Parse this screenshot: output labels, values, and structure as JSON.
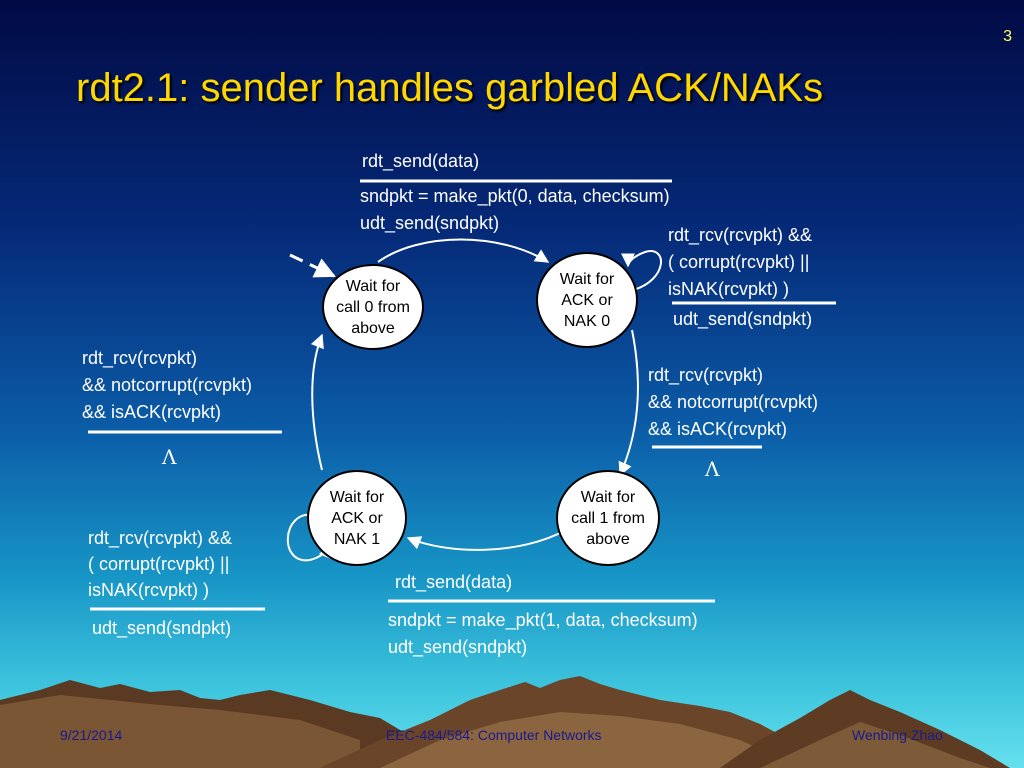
{
  "slide": {
    "title": "rdt2.1: sender handles garbled ACK/NAKs",
    "number": "3"
  },
  "states": {
    "wait_call_0": [
      "Wait for",
      "call 0 from",
      "above"
    ],
    "wait_ack_nak_0": [
      "Wait for",
      "ACK or",
      "NAK 0"
    ],
    "wait_call_1": [
      "Wait for",
      "call 1 from",
      "above"
    ],
    "wait_ack_nak_1": [
      "Wait for",
      "ACK or",
      "NAK 1"
    ]
  },
  "transitions": {
    "send_0": {
      "event": "rdt_send(data)",
      "actions": [
        "sndpkt = make_pkt(0, data, checksum)",
        "udt_send(sndpkt)"
      ]
    },
    "resend_0": {
      "event": [
        "rdt_rcv(rcvpkt) &&",
        "( corrupt(rcvpkt) ||",
        "isNAK(rcvpkt) )"
      ],
      "action": "udt_send(sndpkt)"
    },
    "ack_0": {
      "event": [
        "rdt_rcv(rcvpkt)",
        "&& notcorrupt(rcvpkt)",
        "&& isACK(rcvpkt)"
      ],
      "action": "Λ"
    },
    "send_1": {
      "event": "rdt_send(data)",
      "actions": [
        "sndpkt = make_pkt(1, data, checksum)",
        "udt_send(sndpkt)"
      ]
    },
    "resend_1": {
      "event": [
        "rdt_rcv(rcvpkt) &&",
        "( corrupt(rcvpkt) ||",
        "isNAK(rcvpkt) )"
      ],
      "action": "udt_send(sndpkt)"
    },
    "ack_1": {
      "event": [
        "rdt_rcv(rcvpkt)",
        "&& notcorrupt(rcvpkt)",
        "&& isACK(rcvpkt)"
      ],
      "action": "Λ"
    }
  },
  "footer": {
    "date": "9/21/2014",
    "course": "EEC-484/584: Computer Networks",
    "author": "Wenbing Zhao"
  },
  "colors": {
    "title": "#ffd700",
    "footer_text": "#1a1a8a",
    "diagram_lines": "#ffffff",
    "state_fill": "#ffffff"
  }
}
